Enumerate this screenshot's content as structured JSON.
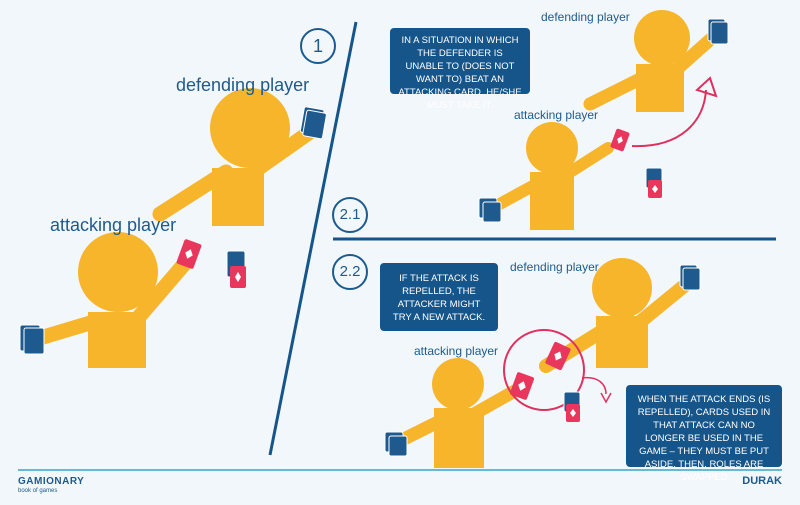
{
  "panels": {
    "p1": {
      "number": "1",
      "defending_label": "defending player",
      "attacking_label": "attacking player"
    },
    "p21": {
      "number": "2.1",
      "defending_label": "defending player",
      "attacking_label": "attacking player",
      "note": "IN A SITUATION IN WHICH THE DEFENDER IS UNABLE TO (DOES NOT WANT TO) BEAT AN ATTACKING CARD, HE/SHE MUST TAKE IT."
    },
    "p22": {
      "number": "2.2",
      "defending_label": "defending player",
      "attacking_label": "attacking player",
      "note_left": "IF THE ATTACK IS REPELLED, THE ATTACKER MIGHT TRY A NEW ATTACK.",
      "note_right": "WHEN THE ATTACK ENDS (IS REPELLED), CARDS USED IN THAT ATTACK CAN NO LONGER BE USED IN THE GAME – THEY MUST BE PUT ASIDE. THEN, ROLES ARE SWAPPED"
    }
  },
  "footer": {
    "brand": "GAMIONARY",
    "brand_sub": "book of games",
    "title": "DURAK"
  },
  "colors": {
    "figure": "#f7b52c",
    "accent": "#1e5b8c",
    "card_red": "#e8365d",
    "card_blue": "#1f5a8f",
    "box": "#16558a",
    "arrow": "#e0305e"
  }
}
